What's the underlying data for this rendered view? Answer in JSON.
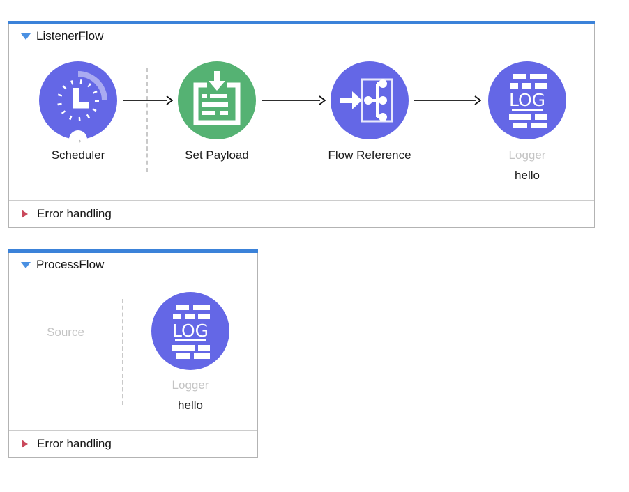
{
  "flows": [
    {
      "name": "ListenerFlow",
      "error_section": {
        "label": "Error handling"
      },
      "nodes": [
        {
          "type": "scheduler",
          "label": "Scheduler"
        },
        {
          "type": "set-payload",
          "label": "Set Payload"
        },
        {
          "type": "flow-reference",
          "label": "Flow Reference"
        },
        {
          "type": "logger",
          "label": "Logger",
          "sublabel": "hello"
        }
      ]
    },
    {
      "name": "ProcessFlow",
      "source_placeholder": "Source",
      "error_section": {
        "label": "Error handling"
      },
      "nodes": [
        {
          "type": "logger",
          "label": "Logger",
          "sublabel": "hello"
        }
      ]
    }
  ],
  "glyphs": {
    "logger_icon_text": "LOG",
    "notch_arrow": "→"
  },
  "colors": {
    "flow_top_bar": "#3b82d9",
    "collapse_triangle": "#4a90e2",
    "node_purple": "#6467e6",
    "node_green": "#55b273",
    "error_triangle": "#c9485b",
    "muted_label": "#c4c4c4",
    "container_border": "#b3b3b3"
  }
}
